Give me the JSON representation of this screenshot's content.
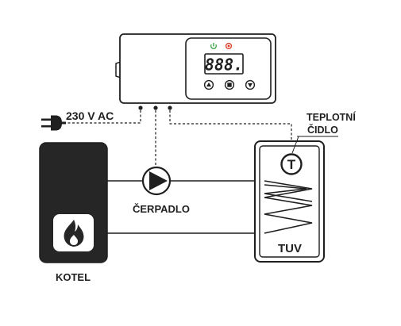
{
  "labels": {
    "power": "230 V AC",
    "sensor_line1": "TEPLOTNÍ",
    "sensor_line2": "ČIDLO",
    "pump": "ČERPADLO",
    "boiler": "KOTEL",
    "tank": "TUV"
  },
  "controller": {
    "display": "888.",
    "power_icon_color": "#2e9e3a",
    "alarm_icon_color": "#e0331e",
    "buttons": [
      "up-arrow-icon",
      "stop-square-icon",
      "down-arrow-icon"
    ]
  },
  "sensor_symbol": "T",
  "colors": {
    "stroke": "#1f1f1f",
    "boiler_fill": "#262626",
    "background": "#ffffff"
  }
}
